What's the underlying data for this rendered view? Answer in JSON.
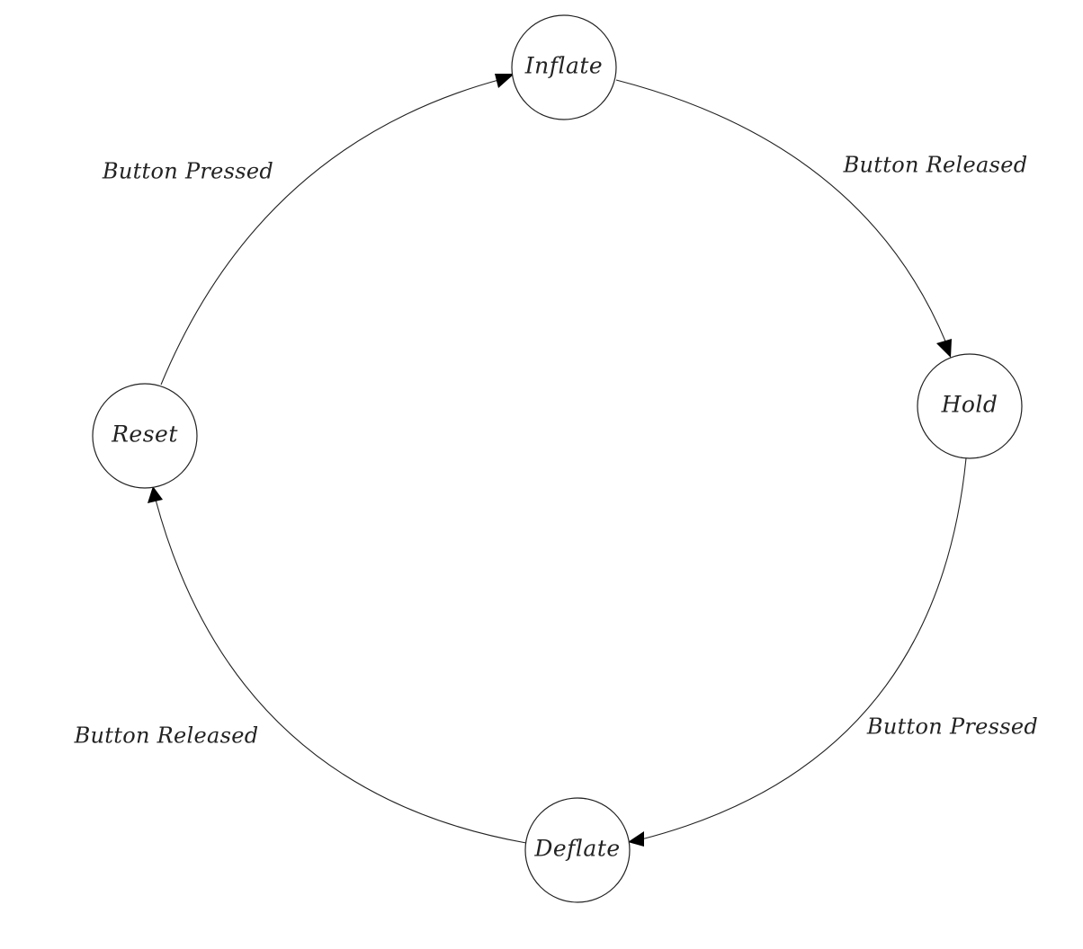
{
  "diagram": {
    "states": {
      "inflate": "Inflate",
      "hold": "Hold",
      "deflate": "Deflate",
      "reset": "Reset"
    },
    "transitions": {
      "reset_to_inflate": "Button Pressed",
      "inflate_to_hold": "Button Released",
      "hold_to_deflate": "Button Pressed",
      "deflate_to_reset": "Button Released"
    }
  }
}
